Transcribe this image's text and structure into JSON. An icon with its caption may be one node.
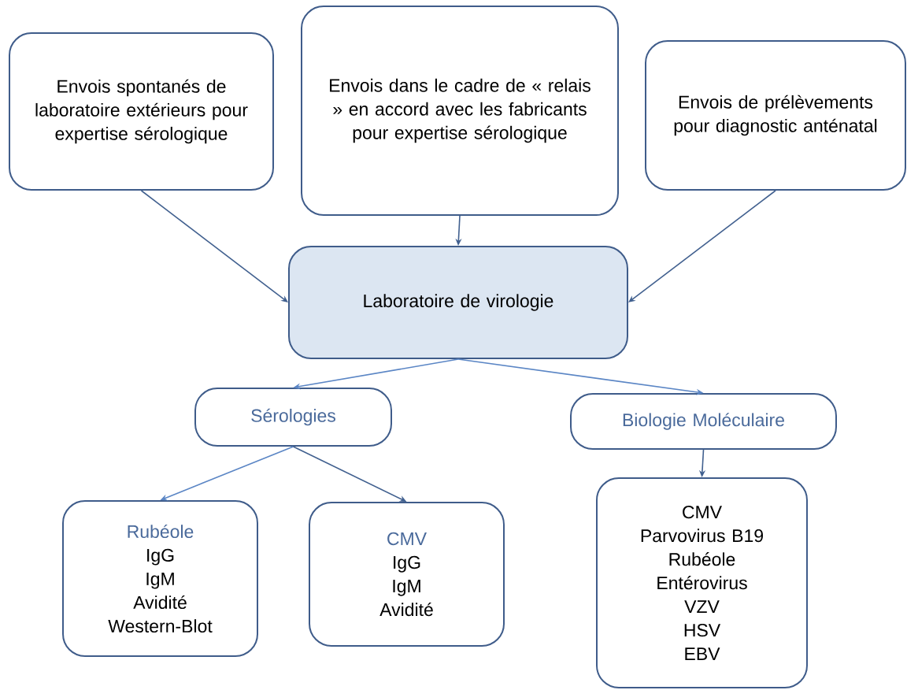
{
  "diagram": {
    "nodes": [
      {
        "text": [
          "Envois spontanés de laboratoire extérieurs pour expertise sérologique"
        ]
      },
      {
        "text": [
          "Envois dans le cadre de « relais » en accord avec les fabricants pour expertise sérologique"
        ]
      },
      {
        "text": [
          "Envois de prélèvements pour diagnostic anténatal"
        ]
      },
      {
        "text": [
          "Laboratoire de virologie"
        ]
      },
      {
        "text": [
          "Sérologies"
        ]
      },
      {
        "text": [
          "Biologie Moléculaire"
        ]
      },
      {
        "text": [
          "Rubéole",
          "IgG",
          "IgM",
          "Avidité",
          "Western-Blot"
        ]
      },
      {
        "text": [
          "CMV",
          "IgG",
          "IgM",
          "Avidité"
        ]
      },
      {
        "text": [
          "CMV",
          "Parvovirus B19",
          "Rubéole",
          "Entérovirus",
          "VZV",
          "HSV",
          "EBV"
        ]
      }
    ],
    "edges": [
      {
        "from": 0,
        "to": 3,
        "arrow": "to"
      },
      {
        "from": 1,
        "to": 3,
        "arrow": "to"
      },
      {
        "from": 2,
        "to": 3,
        "arrow": "to"
      },
      {
        "from": 3,
        "to": 4,
        "arrow": "to",
        "color": "#5b86c5"
      },
      {
        "from": 3,
        "to": 5,
        "arrow": "to",
        "color": "#5b86c5"
      },
      {
        "from": 4,
        "to": 6,
        "arrow": "to",
        "color": "#5b86c5"
      },
      {
        "from": 4,
        "to": 7,
        "arrow": "to"
      },
      {
        "from": 5,
        "to": 8,
        "arrow": "to"
      }
    ]
  }
}
